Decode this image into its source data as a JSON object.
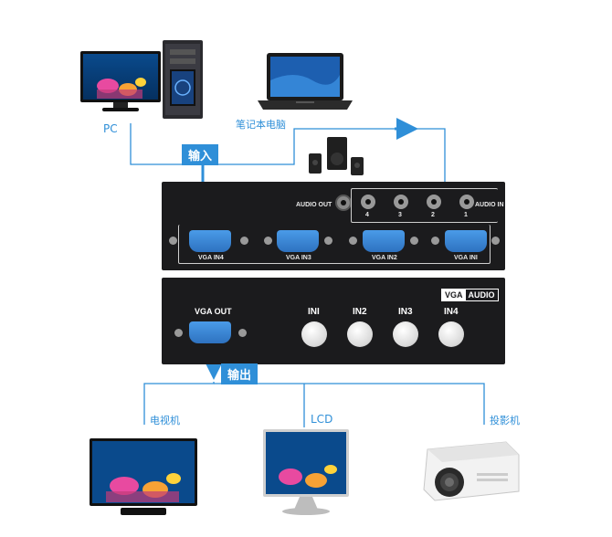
{
  "labels": {
    "pc": "PC",
    "laptop": "笔记本电脑",
    "input_tag": "输入",
    "output_tag": "输出",
    "tv": "电视机",
    "lcd": "LCD",
    "projector": "投影机"
  },
  "back_panel": {
    "audio_out": "AUDIO OUT",
    "audio_in": "AUDIO IN",
    "audio_numbers": [
      "4",
      "3",
      "2",
      "1"
    ],
    "vga_ports": [
      "VGA IN4",
      "VGA IN3",
      "VGA IN2",
      "VGA INI"
    ]
  },
  "front_panel": {
    "logo_left": "VGA",
    "logo_right": "AUDIO",
    "vga_out": "VGA OUT",
    "buttons": [
      "INI",
      "IN2",
      "IN3",
      "IN4"
    ]
  },
  "colors": {
    "accent": "#2f8fd8",
    "device_body": "#1b1b1d",
    "connector_blue": "#3a8ad6"
  }
}
